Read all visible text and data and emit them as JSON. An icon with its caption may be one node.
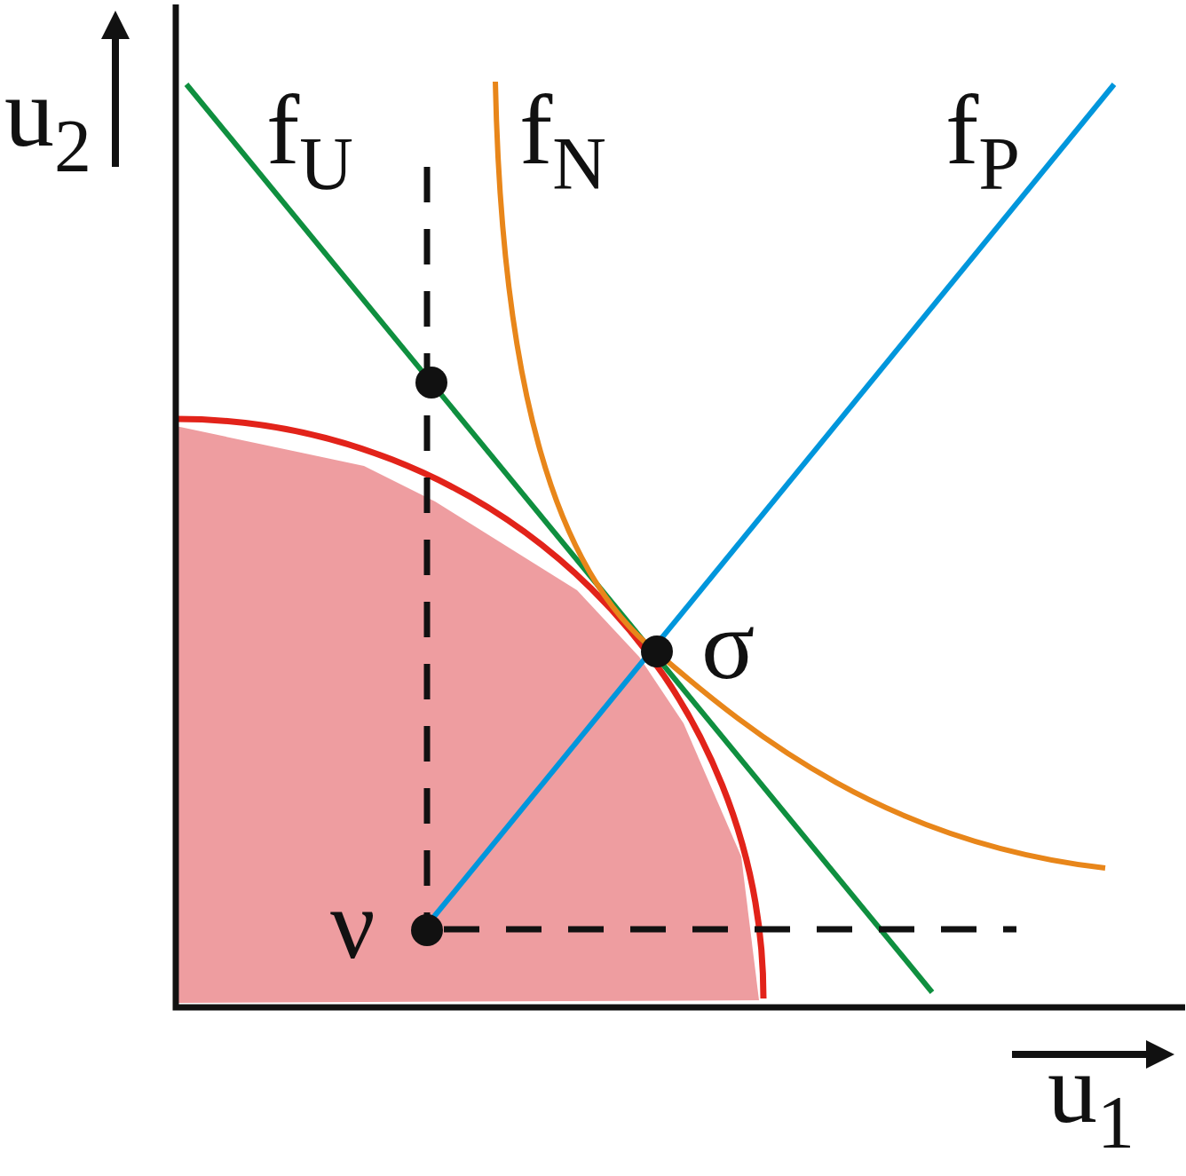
{
  "diagram": {
    "labels": [
      "u$_{2}$",
      "f$_{U}$",
      "f$_{N}$",
      "f$_{P}$",
      "σ",
      "ν",
      "u$_{1}$"
    ]
  }
}
